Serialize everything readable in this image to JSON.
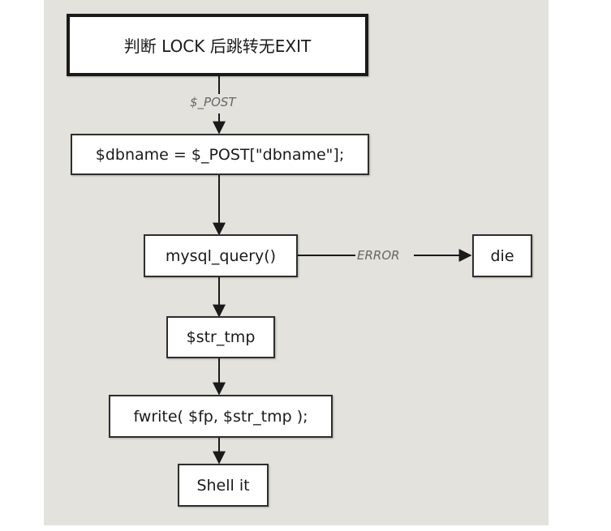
{
  "diagram": {
    "nodes": {
      "start": "判断 LOCK 后跳转无EXIT",
      "assign": "$dbname = $_POST[\"dbname\"];",
      "query": "mysql_query()",
      "die": "die",
      "str_tmp": "$str_tmp",
      "fwrite": "fwrite( $fp, $str_tmp );",
      "shell": "Shell it"
    },
    "edge_labels": {
      "post": "$_POST",
      "error": "ERROR"
    }
  }
}
